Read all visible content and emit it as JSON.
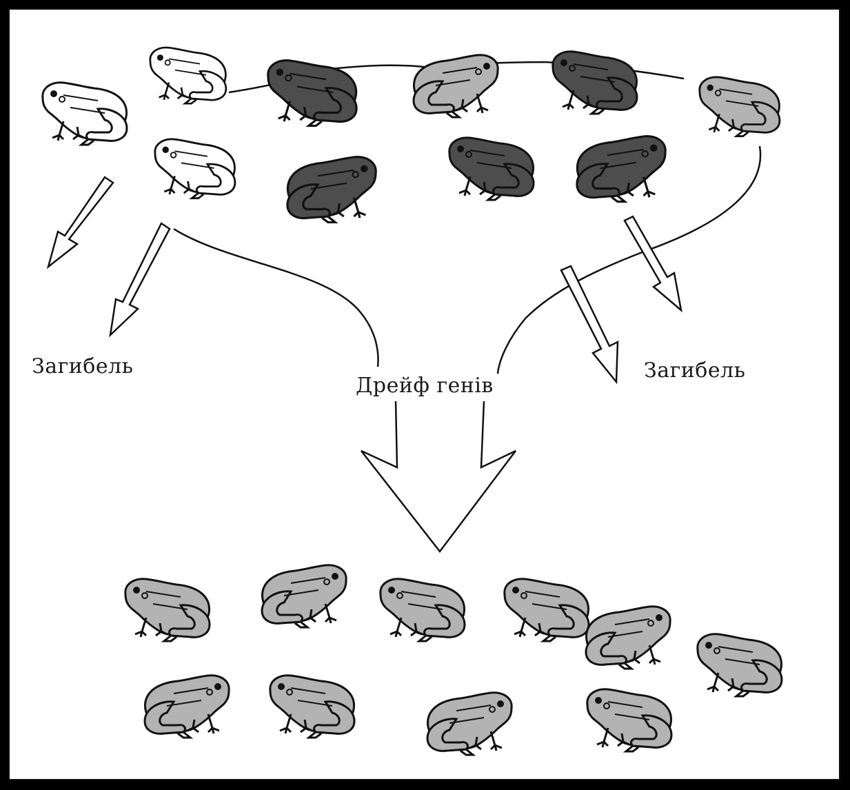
{
  "labels": {
    "death_left": "Загибель",
    "death_right": "Загибель",
    "drift": "Дрейф генів"
  },
  "colors": {
    "white_frog": "#ffffff",
    "dark_frog": "#4d4d4d",
    "gray_frog": "#b3b3b3",
    "outline": "#111111",
    "background": "#ffffff",
    "border": "#000000"
  }
}
